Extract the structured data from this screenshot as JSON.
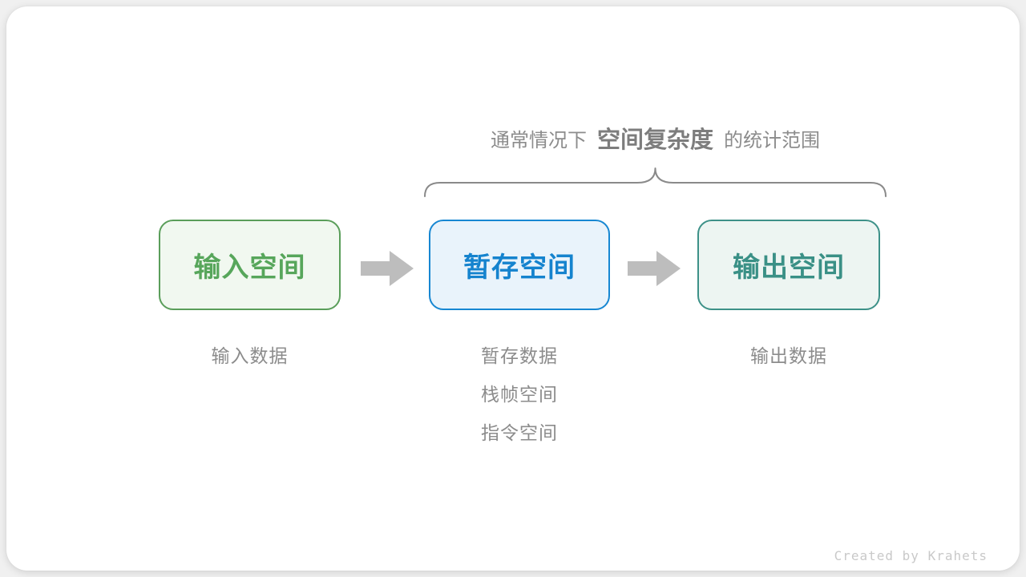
{
  "page": {
    "background": "#F0F0F0",
    "card_background": "#FFFFFF"
  },
  "caption": {
    "prefix": "通常情况下",
    "emphasis": "空间复杂度",
    "suffix": "的统计范围",
    "text_color": "#8C8C8C",
    "emphasis_color": "#7D7D7D"
  },
  "brace": {
    "color": "#8A8A8A"
  },
  "flow": {
    "nodes": [
      {
        "id": "input-space",
        "label": "输入空间",
        "text_color": "#57A65B",
        "border_color": "#5A9E5A",
        "fill_color": "#F1F8F0",
        "sub_labels": [
          "输入数据"
        ]
      },
      {
        "id": "temp-space",
        "label": "暂存空间",
        "text_color": "#1583CE",
        "border_color": "#1787D2",
        "fill_color": "#E9F3FB",
        "sub_labels": [
          "暂存数据",
          "栈帧空间",
          "指令空间"
        ]
      },
      {
        "id": "output-space",
        "label": "输出空间",
        "text_color": "#3A9086",
        "border_color": "#3D9188",
        "fill_color": "#EDF5F2",
        "sub_labels": [
          "输出数据"
        ]
      }
    ],
    "arrow_color": "#BDBDBD",
    "sub_label_color": "#8C8C8C"
  },
  "credit": {
    "text": "Created by Krahets",
    "color": "#C9C9C9"
  }
}
